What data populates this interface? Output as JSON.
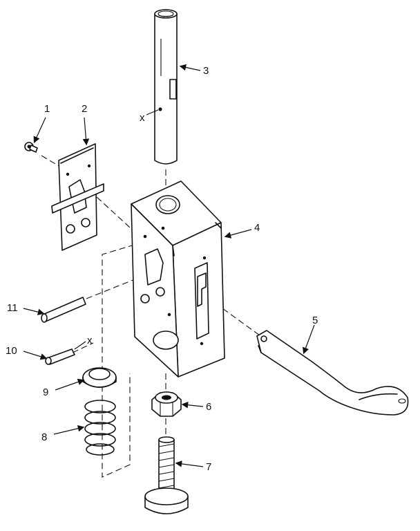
{
  "parts": [
    {
      "id": "part-1",
      "number": "1"
    },
    {
      "id": "part-2",
      "number": "2"
    },
    {
      "id": "part-3",
      "number": "3"
    },
    {
      "id": "part-4",
      "number": "4"
    },
    {
      "id": "part-5",
      "number": "5"
    },
    {
      "id": "part-6",
      "number": "6"
    },
    {
      "id": "part-7",
      "number": "7"
    },
    {
      "id": "part-8",
      "number": "8"
    },
    {
      "id": "part-9",
      "number": "9"
    },
    {
      "id": "part-10",
      "number": "10"
    },
    {
      "id": "part-11",
      "number": "11"
    }
  ],
  "marks": {
    "x_tube": "x",
    "x_pin": "x"
  },
  "colors": {
    "ink": "#111111",
    "background": "#ffffff"
  }
}
